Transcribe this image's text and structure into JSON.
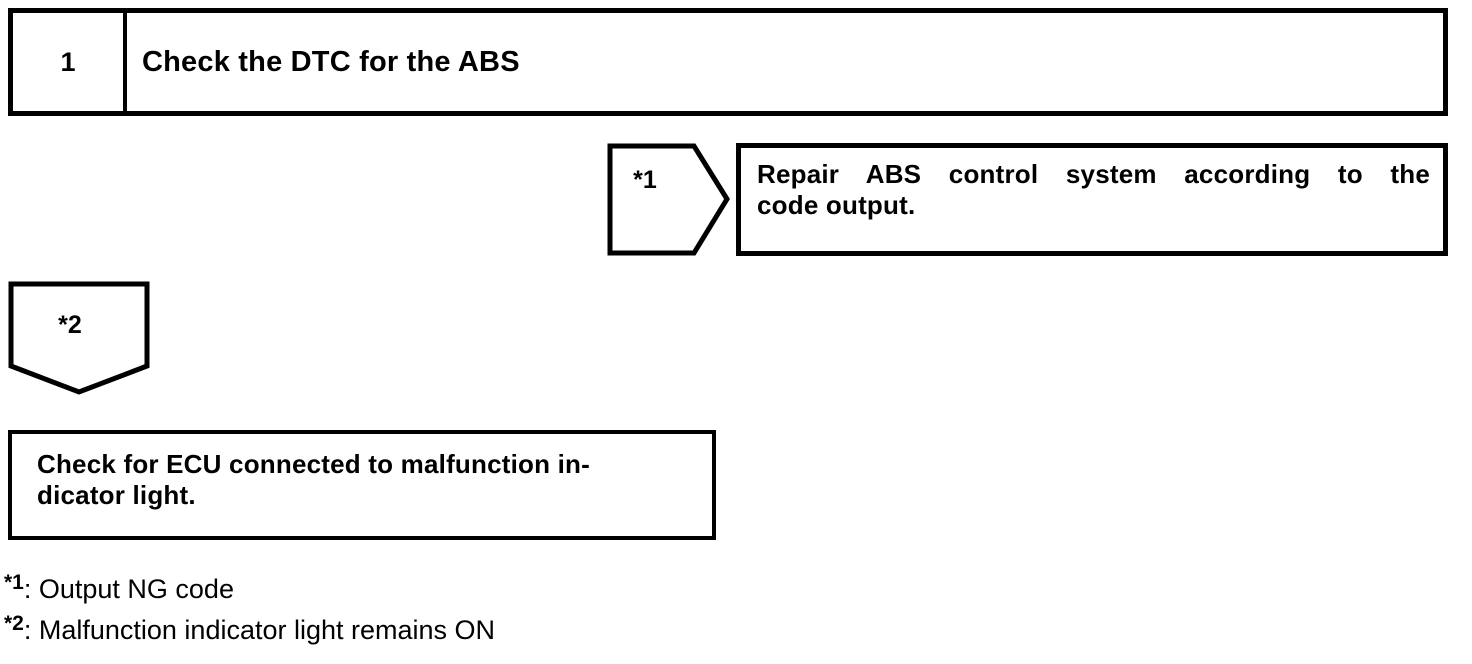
{
  "step": {
    "number": "1",
    "title": "Check the DTC for the ABS"
  },
  "connectors": {
    "star1": {
      "label": "*1",
      "shape": "pentagon-pointing-right"
    },
    "star2": {
      "label": "*2",
      "shape": "pentagon-pointing-down"
    }
  },
  "repair_box": {
    "line1": "Repair ABS control system according to the",
    "line2": "code output."
  },
  "check_box": {
    "line1": "Check for ECU connected to malfunction in-",
    "line2": "dicator light."
  },
  "footnotes": [
    {
      "marker": "*1",
      "text": ": Output NG code"
    },
    {
      "marker": "*2",
      "text": ": Malfunction indicator light remains ON"
    }
  ],
  "colors": {
    "ink": "#000000",
    "paper": "#ffffff"
  }
}
